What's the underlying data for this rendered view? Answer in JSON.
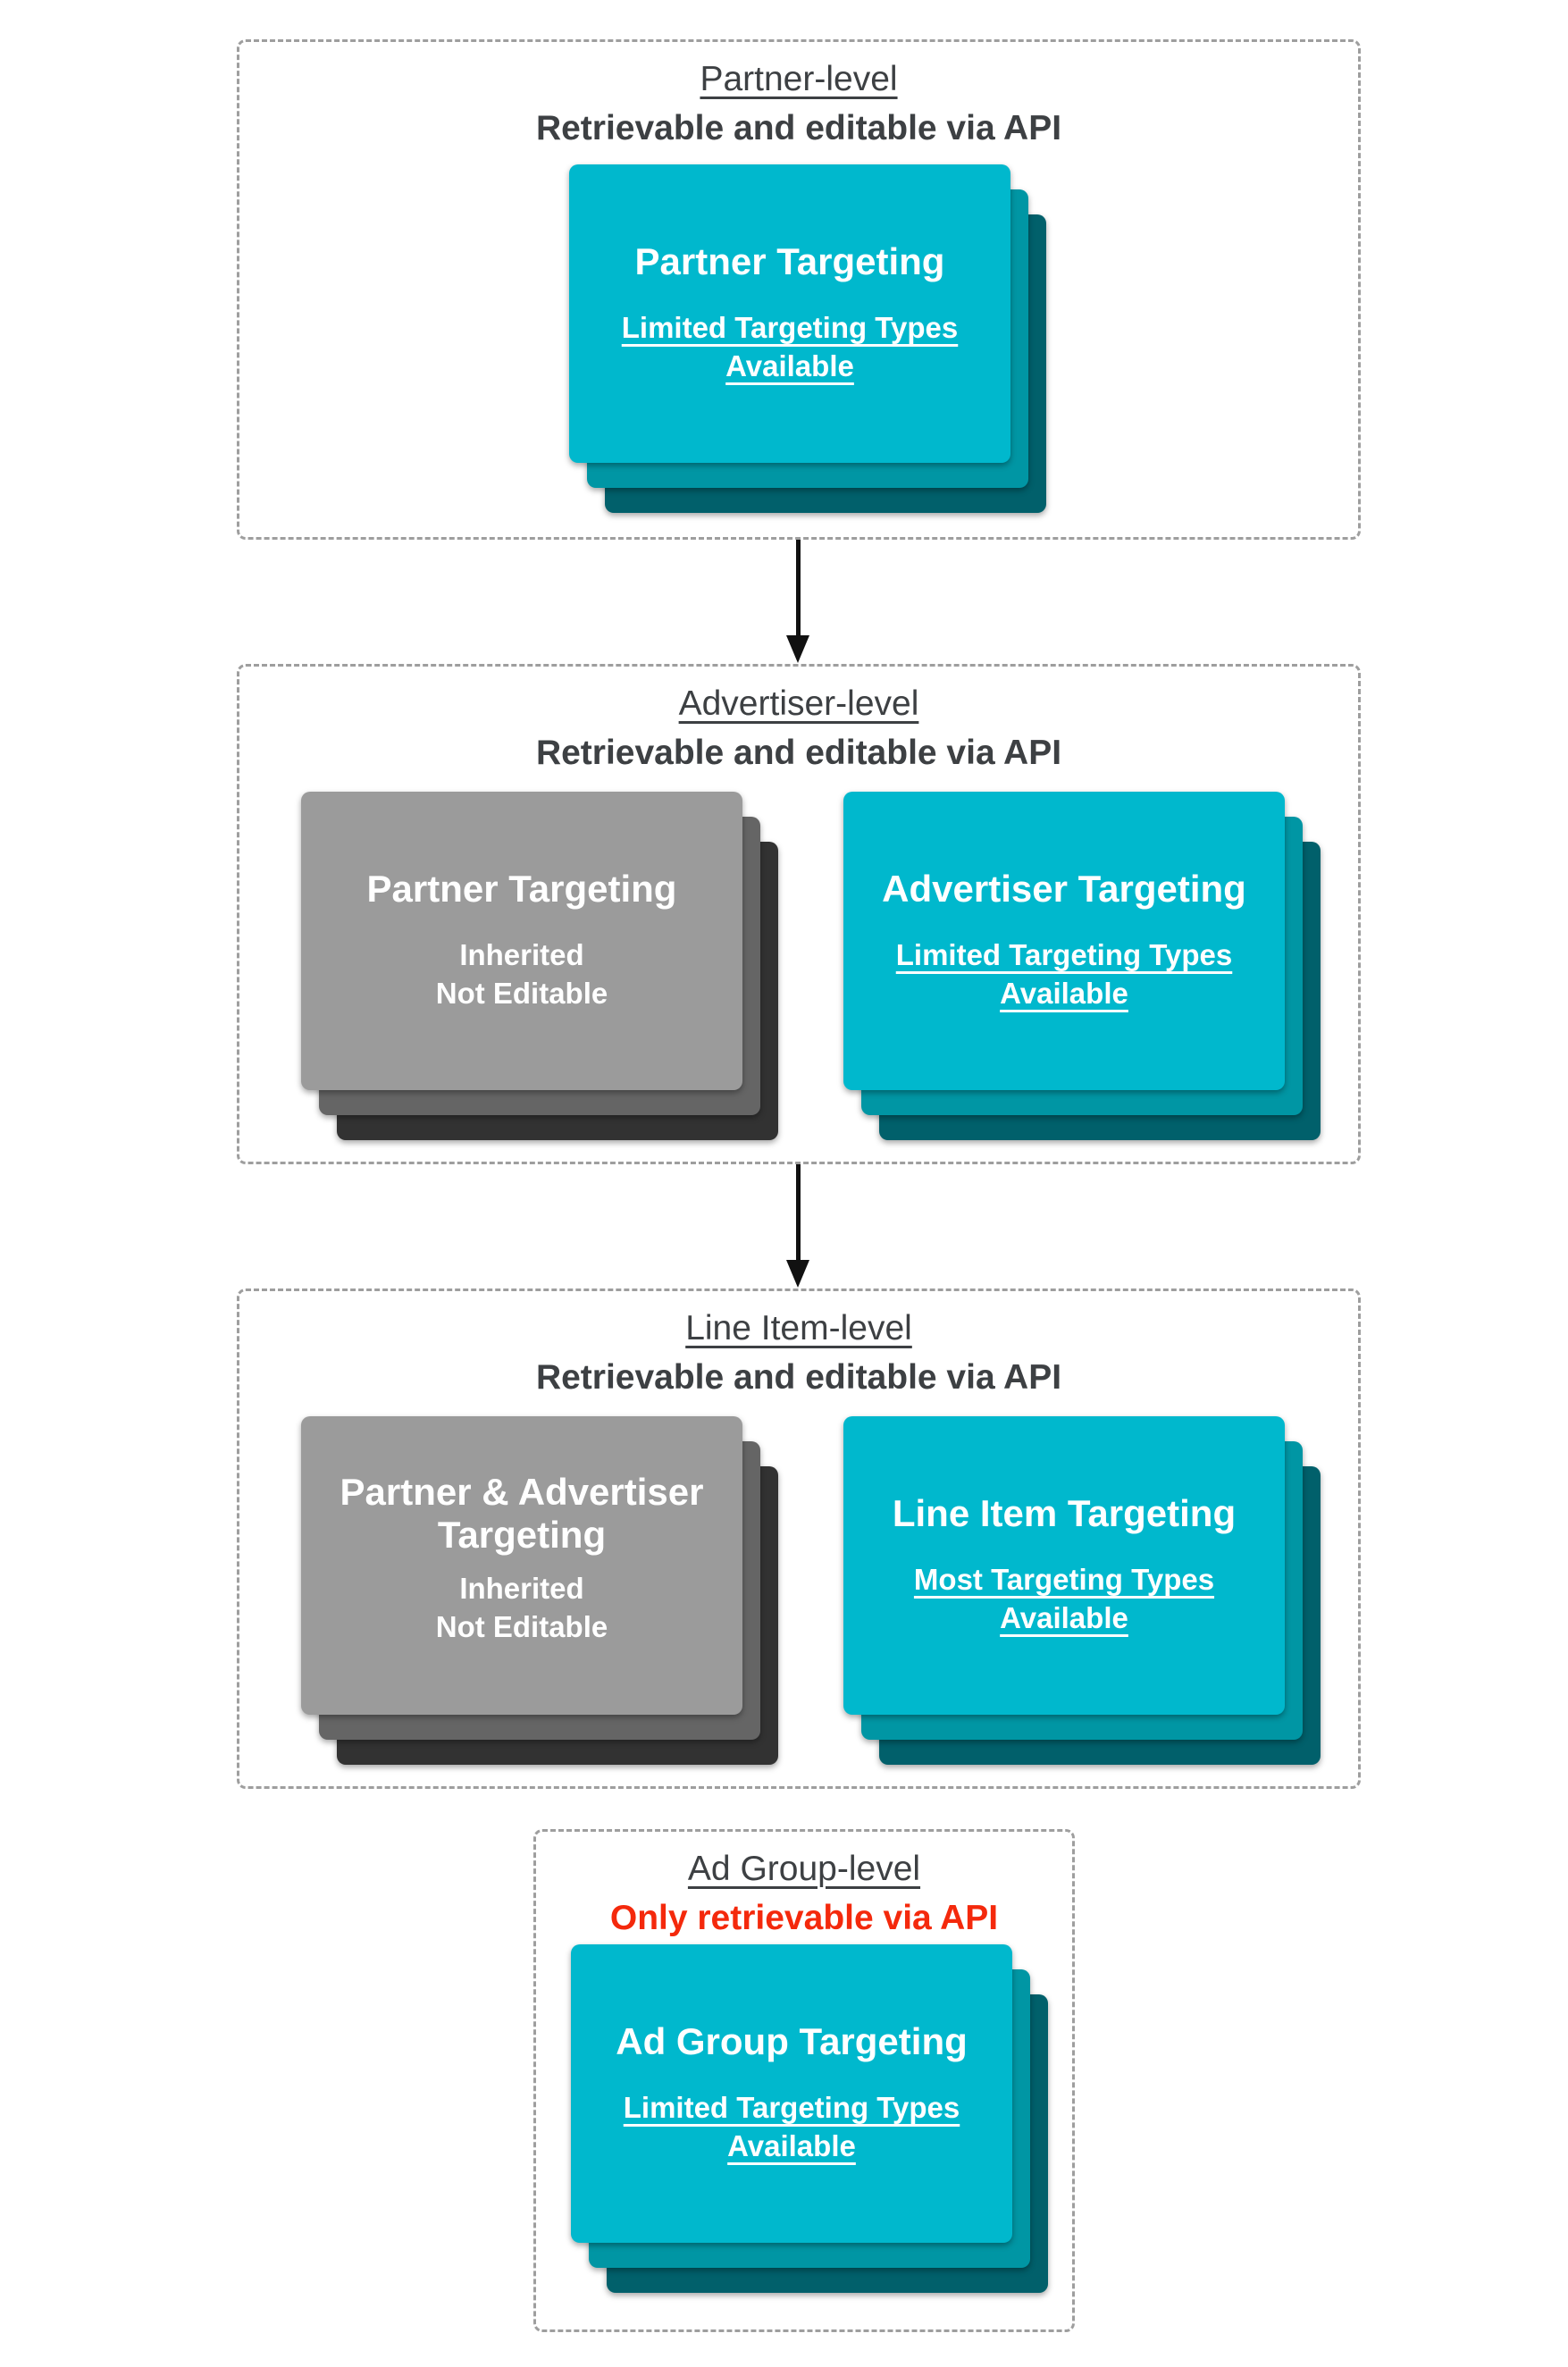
{
  "diagram": {
    "sections": [
      {
        "id": "partner-level",
        "heading": "Partner-level",
        "subheading": "Retrievable and editable via API",
        "subheading_style": "normal",
        "cards": [
          {
            "style": "teal",
            "title_lines": [
              "Partner Targeting"
            ],
            "body_lines": [
              "Limited Targeting Types",
              "Available"
            ],
            "body_underlined": true
          }
        ]
      },
      {
        "id": "advertiser-level",
        "heading": "Advertiser-level",
        "subheading": "Retrievable and editable via API",
        "subheading_style": "normal",
        "cards": [
          {
            "style": "gray",
            "title_lines": [
              "Partner Targeting"
            ],
            "body_lines": [
              "Inherited",
              "Not Editable"
            ],
            "body_underlined": false
          },
          {
            "style": "teal",
            "title_lines": [
              "Advertiser Targeting"
            ],
            "body_lines": [
              "Limited Targeting Types",
              "Available"
            ],
            "body_underlined": true
          }
        ]
      },
      {
        "id": "line-item-level",
        "heading": "Line Item-level",
        "subheading": "Retrievable and editable via API",
        "subheading_style": "normal",
        "cards": [
          {
            "style": "gray",
            "title_lines": [
              "Partner & Advertiser",
              "Targeting"
            ],
            "body_lines": [
              "Inherited",
              "Not Editable"
            ],
            "body_underlined": false
          },
          {
            "style": "teal",
            "title_lines": [
              "Line Item Targeting"
            ],
            "body_lines": [
              "Most Targeting Types",
              "Available"
            ],
            "body_underlined": true
          }
        ]
      },
      {
        "id": "ad-group-level",
        "heading": "Ad Group-level",
        "subheading": "Only retrievable via API",
        "subheading_style": "alert",
        "cards": [
          {
            "style": "teal",
            "title_lines": [
              "Ad Group Targeting"
            ],
            "body_lines": [
              "Limited Targeting Types",
              "Available"
            ],
            "body_underlined": true
          }
        ]
      }
    ],
    "colors": {
      "teal_front": "#00b8cd",
      "teal_mid": "#0096a4",
      "teal_back": "#01606b",
      "gray_front": "#9b9b9b",
      "gray_mid": "#656565",
      "gray_back": "#323232",
      "heading_text": "#3d4043",
      "alert_text": "#f4290c",
      "border": "#9e9e9e",
      "arrow": "#111111",
      "background": "#ffffff"
    }
  }
}
